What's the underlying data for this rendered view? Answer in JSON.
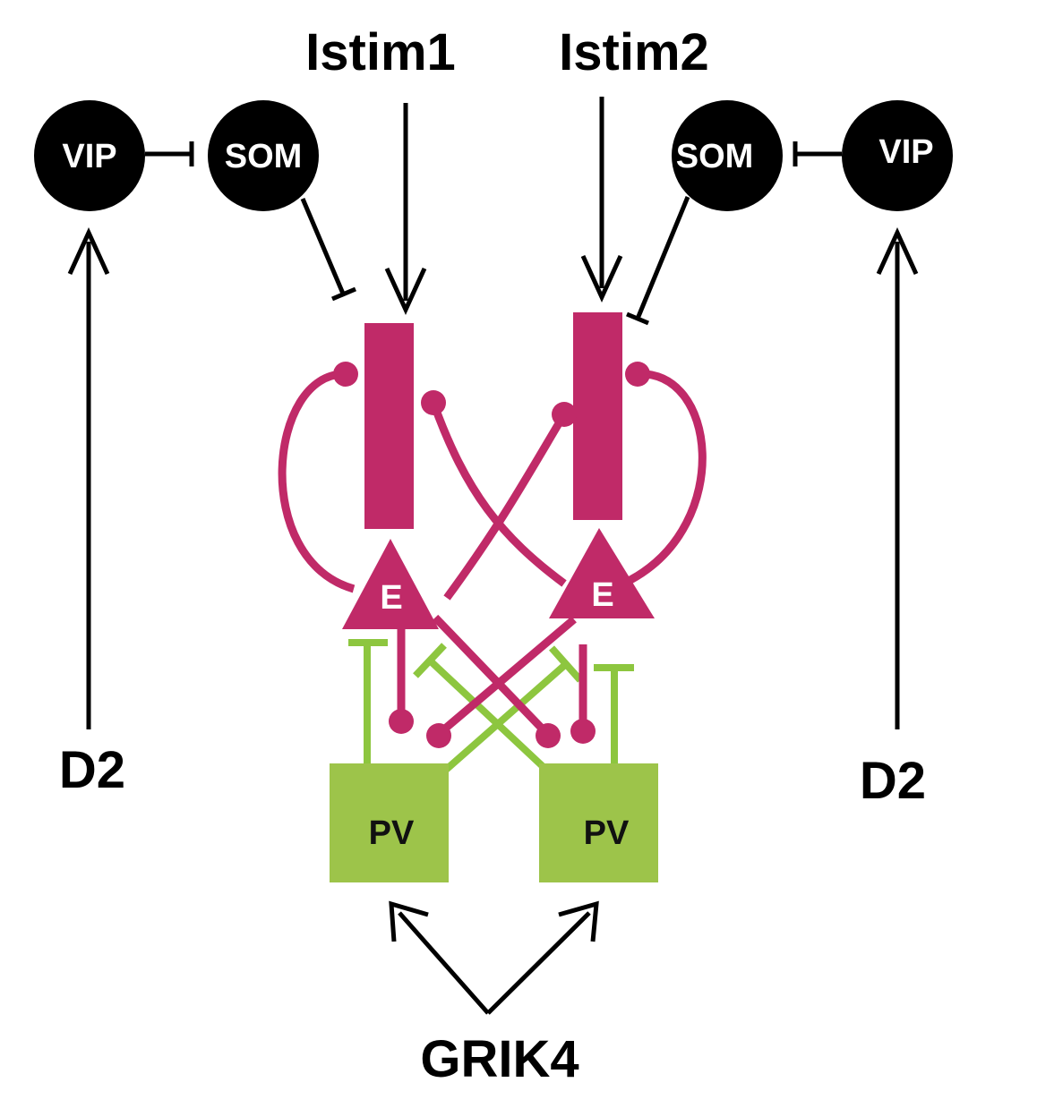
{
  "labels": {
    "istim1": "Istim1",
    "istim2": "Istim2",
    "d2_left": "D2",
    "d2_right": "D2",
    "grik4": "GRIK4"
  },
  "nodes": {
    "vip_left": "VIP",
    "som_left": "SOM",
    "som_right": "SOM",
    "vip_right": "VIP",
    "e_left": "E",
    "e_right": "E",
    "pv_left": "PV",
    "pv_right": "PV"
  },
  "colors": {
    "excitatory": "#C02A68",
    "pv": "#9DC44A",
    "pv_line": "#8DC63F",
    "black": "#000000",
    "background": "#FFFFFF"
  }
}
